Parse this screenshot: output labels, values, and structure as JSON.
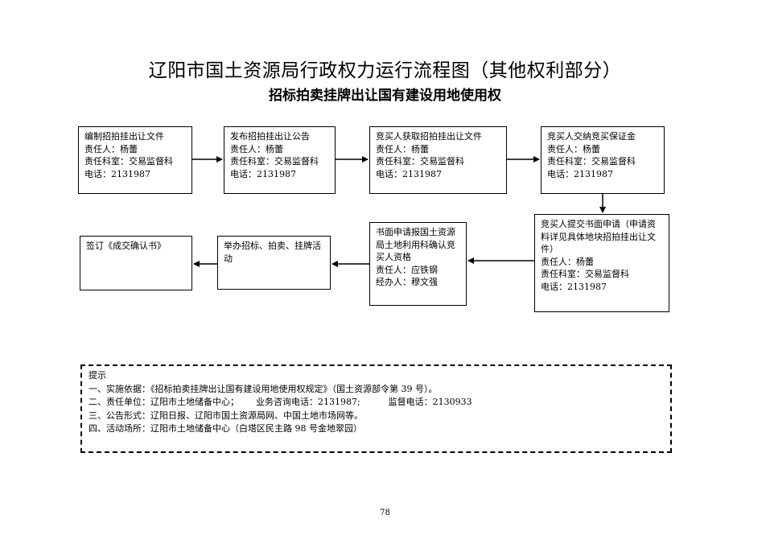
{
  "title": "辽阳市国土资源局行政权力运行流程图（其他权利部分）",
  "subtitle": "招标拍卖挂牌出让国有建设用地使用权",
  "steps": [
    {
      "lines": [
        "编制招拍挂出让文件",
        "责任人：杨蕾",
        "责任科室：交易监督科",
        "电话：2131987"
      ]
    },
    {
      "lines": [
        "发布招拍挂出让公告",
        "责任人：杨蕾",
        "责任科室：交易监督科",
        "电话：2131987"
      ]
    },
    {
      "lines": [
        "竞买人获取招拍挂出让文件",
        "责任人：杨蕾",
        "责任科室：交易监督科",
        "电话：2131987"
      ]
    },
    {
      "lines": [
        "竞买人交纳竞买保证金",
        "责任人：杨蕾",
        "责任科室：交易监督科",
        "电话：2131987"
      ]
    },
    {
      "lines": [
        "竞买人提交书面申请（申请资料详见具体地块招拍挂出让文件）",
        "责任人：杨蕾",
        "责任科室：交易监督科",
        "电话：2131987"
      ]
    },
    {
      "lines": [
        "书面申请报国土资源局土地利用科确认竞买人资格",
        "责任人：应铁钢",
        "经办人：穆文强"
      ]
    },
    {
      "lines": [
        "举办招标、拍卖、挂牌活动"
      ]
    },
    {
      "lines": [
        "签订《成交确认书》"
      ]
    }
  ],
  "notes": {
    "heading": "提示",
    "items": [
      "一、实施依据：《招标拍卖挂牌出让国有建设用地使用权规定》（国土资源部令第 39 号）。",
      "二、责任单位：辽阳市土地储备中心；      业务咨询电话：2131987;          监督电话：2130933",
      "三、公告形式：辽阳日报、辽阳市国土资源局网、中国土地市场网等。",
      "四、活动场所：辽阳市土地储备中心（白塔区民主路 98 号金地翠园）"
    ]
  },
  "page_number": "78"
}
